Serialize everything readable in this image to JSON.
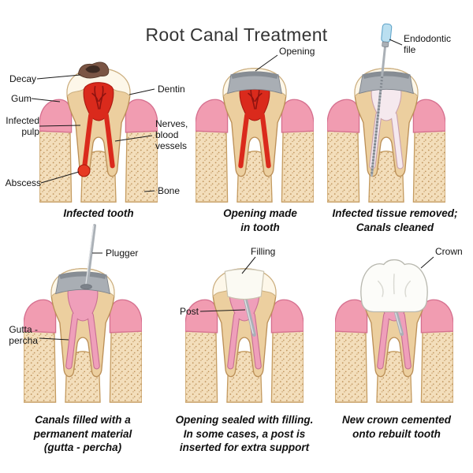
{
  "title": "Root Canal Treatment",
  "colors": {
    "bone": "#f3debb",
    "bone_line": "#c59c61",
    "bone_dot": "#bb8e55",
    "gum": "#f19cb1",
    "gum_line": "#d5708f",
    "dentin": "#eccf9f",
    "dentin_line": "#bb8f57",
    "enamel": "#fdf7e9",
    "enamel_line": "#ccb080",
    "pulp_red": "#da2a1c",
    "pulp_line": "#a81710",
    "vessel": "#8f1310",
    "abscess": "#e63a24",
    "abscess_line": "#a91408",
    "decay": "#7b5544",
    "decay_dark": "#3e2b23",
    "decay_line": "#54382a",
    "opening": "#a9aeb4",
    "opening_dark": "#878d94",
    "opening_line": "#7c828a",
    "metal": "#aab0b6",
    "metal_dark": "#7c828a",
    "metal_light": "#e2e5e8",
    "handle_blue": "#badff0",
    "handle_blue_line": "#5fa3c8",
    "gutta": "#ef9fba",
    "gutta_line": "#c76f93",
    "cleaned": "#f5e9ee",
    "cleaned_line": "#c9a0ad",
    "filling": "#fbfaf3",
    "filling_line": "#c9c2ae",
    "crown_white": "#fcfcf9",
    "crown_line": "#b8b8af",
    "leader": "#1a1a1a",
    "text": "#141414",
    "title": "#343434"
  },
  "panels": [
    {
      "caption": "Infected tooth",
      "labels": {
        "decay": "Decay",
        "gum": "Gum",
        "infected_pulp": "Infected\npulp",
        "abscess": "Abscess",
        "dentin": "Dentin",
        "nerves": "Nerves,\nblood\nvessels",
        "bone": "Bone"
      }
    },
    {
      "caption": "Opening made\nin tooth",
      "labels": {
        "opening": "Opening"
      }
    },
    {
      "caption": "Infected tissue removed;\nCanals cleaned",
      "labels": {
        "file": "Endodontic\nfile"
      }
    },
    {
      "caption": "Canals filled with a\npermanent material\n(gutta - percha)",
      "labels": {
        "plugger": "Plugger",
        "gutta": "Gutta -\npercha"
      }
    },
    {
      "caption": "Opening sealed with filling.\nIn some cases, a post is\ninserted for extra support",
      "labels": {
        "filling": "Filling",
        "post": "Post"
      }
    },
    {
      "caption": "New crown cemented\nonto rebuilt tooth",
      "labels": {
        "crown": "Crown"
      }
    }
  ]
}
